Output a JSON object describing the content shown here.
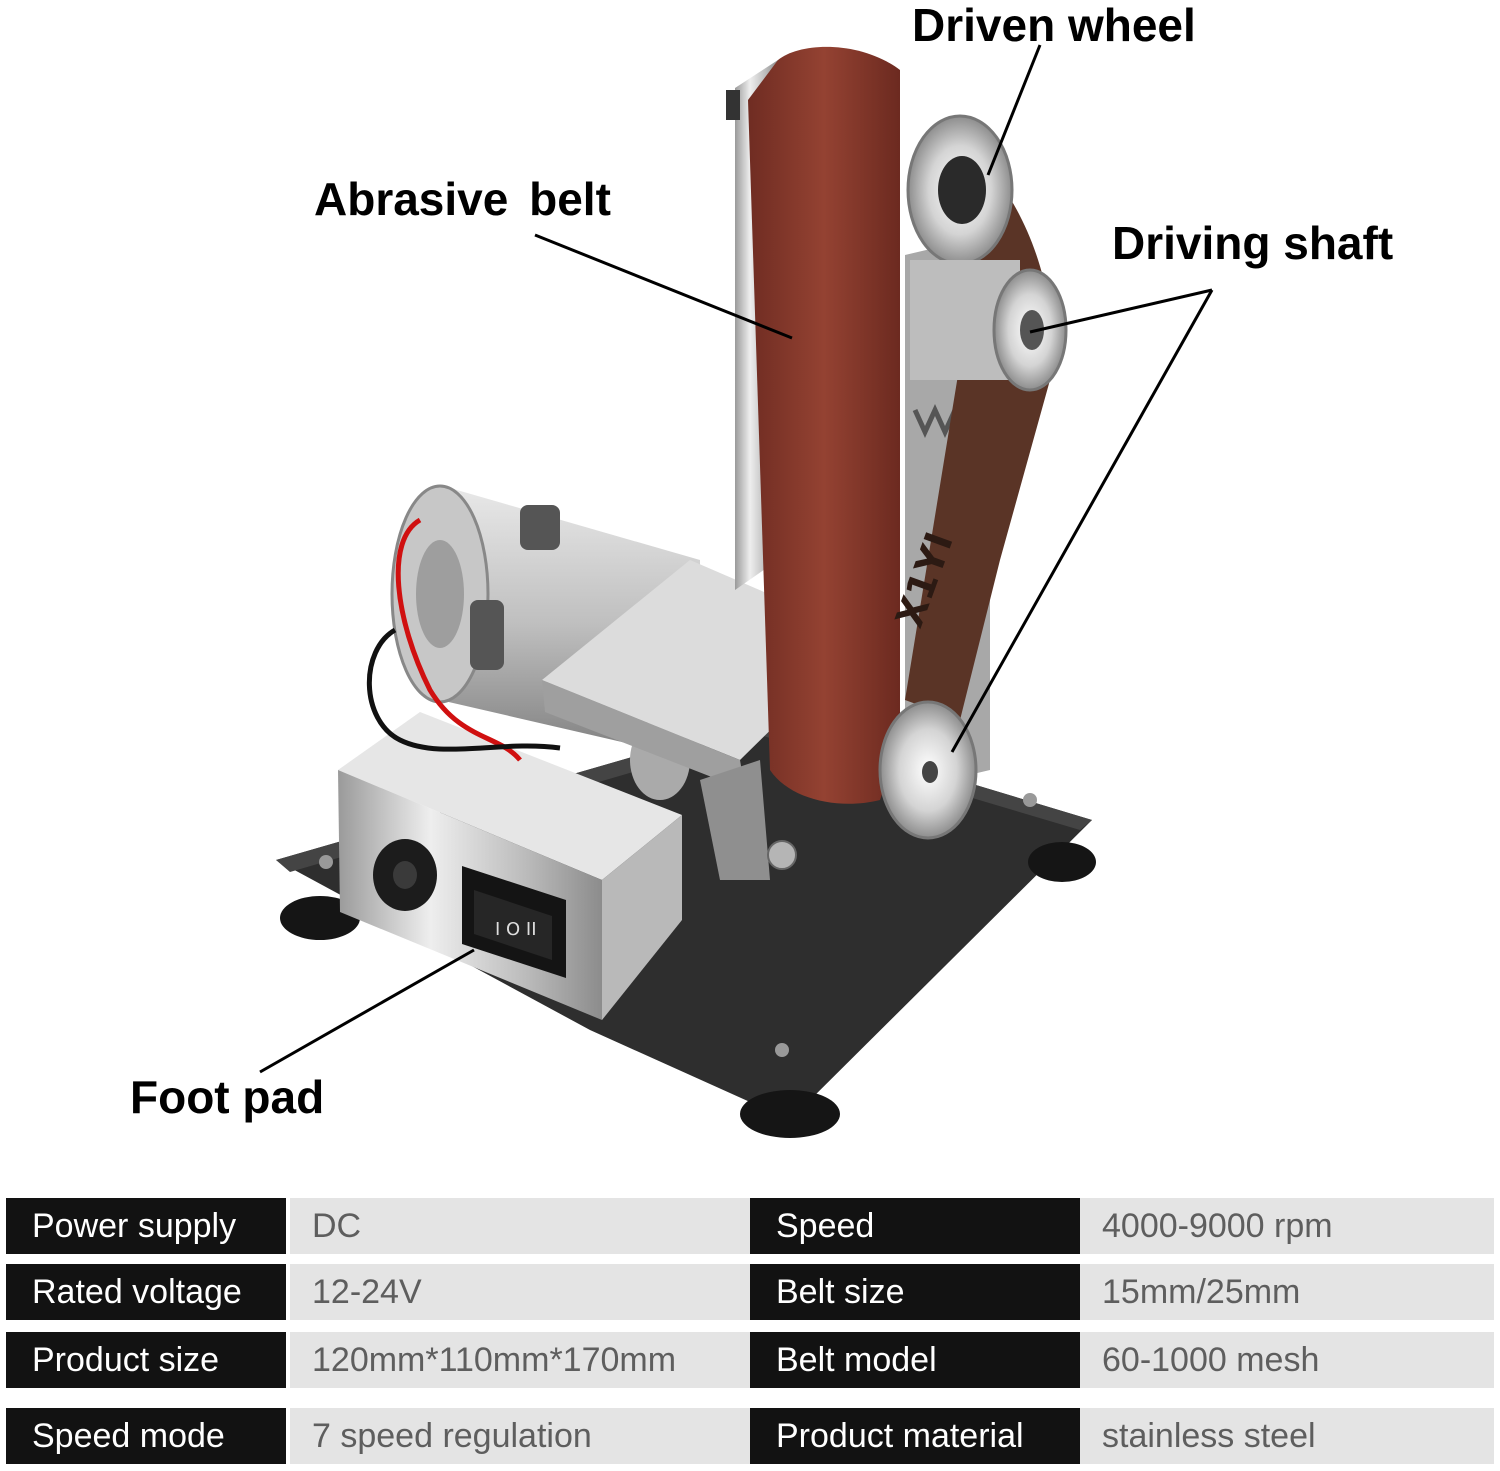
{
  "callouts": {
    "driven_wheel": "Driven wheel",
    "abrasive_belt": "Abrasive  belt",
    "driving_shaft": "Driving shaft",
    "foot_pad": "Foot pad"
  },
  "switch_glyphs": "I O II",
  "belt_print": "X1YI",
  "specs": [
    {
      "label_left": "Power supply",
      "value_left": "DC",
      "label_right": "Speed",
      "value_right": "4000-9000 rpm"
    },
    {
      "label_left": "Rated voltage",
      "value_left": "12-24V",
      "label_right": "Belt size",
      "value_right": "15mm/25mm"
    },
    {
      "label_left": "Product size",
      "value_left": "120mm*110mm*170mm",
      "label_right": "Belt model",
      "value_right": "60-1000 mesh"
    },
    {
      "label_left": "Speed mode",
      "value_left": "7 speed regulation",
      "label_right": "Product material",
      "value_right": "stainless steel"
    }
  ],
  "colors": {
    "label_bg": "#121212",
    "value_bg": "#e4e4e4",
    "belt": "#8b3a2c",
    "base_plate": "#2b2b2b"
  }
}
